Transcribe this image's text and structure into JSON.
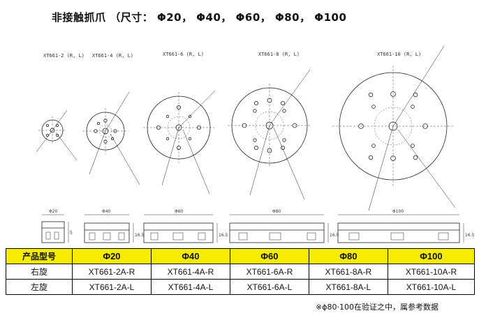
{
  "title": "非接触抓爪 （尺寸：  Φ20，  Φ40，  Φ60，  Φ80，  Φ100",
  "drawings": {
    "model_labels": [
      "XT661-2 (R, L)",
      "XT661-4 (R, L)",
      "XT661-6 (R, L)",
      "XT661-8 (R, L)",
      "XT661-10 (R, L)"
    ],
    "diameters": [
      "Φ20",
      "Φ40",
      "Φ60",
      "Φ80",
      "Φ100"
    ],
    "heights": [
      "5",
      "16.5",
      "16.5",
      "16.5",
      "16.5"
    ]
  },
  "table": {
    "header_label": "产品型号",
    "columns": [
      "Φ20",
      "Φ40",
      "Φ60",
      "Φ80",
      "Φ100"
    ],
    "rows": [
      {
        "label": "右旋",
        "values": [
          "XT661-2A-R",
          "XT661-4A-R",
          "XT661-6A-R",
          "XT661-8A-R",
          "XT661-10A-R"
        ]
      },
      {
        "label": "左旋",
        "values": [
          "XT661-2A-L",
          "XT661-4A-L",
          "XT661-6A-L",
          "XT661-8A-L",
          "XT661-10A-L"
        ]
      }
    ],
    "header_color": "#f6ec00"
  },
  "note": "※ϕ80·100在验证之中，属参考数据"
}
